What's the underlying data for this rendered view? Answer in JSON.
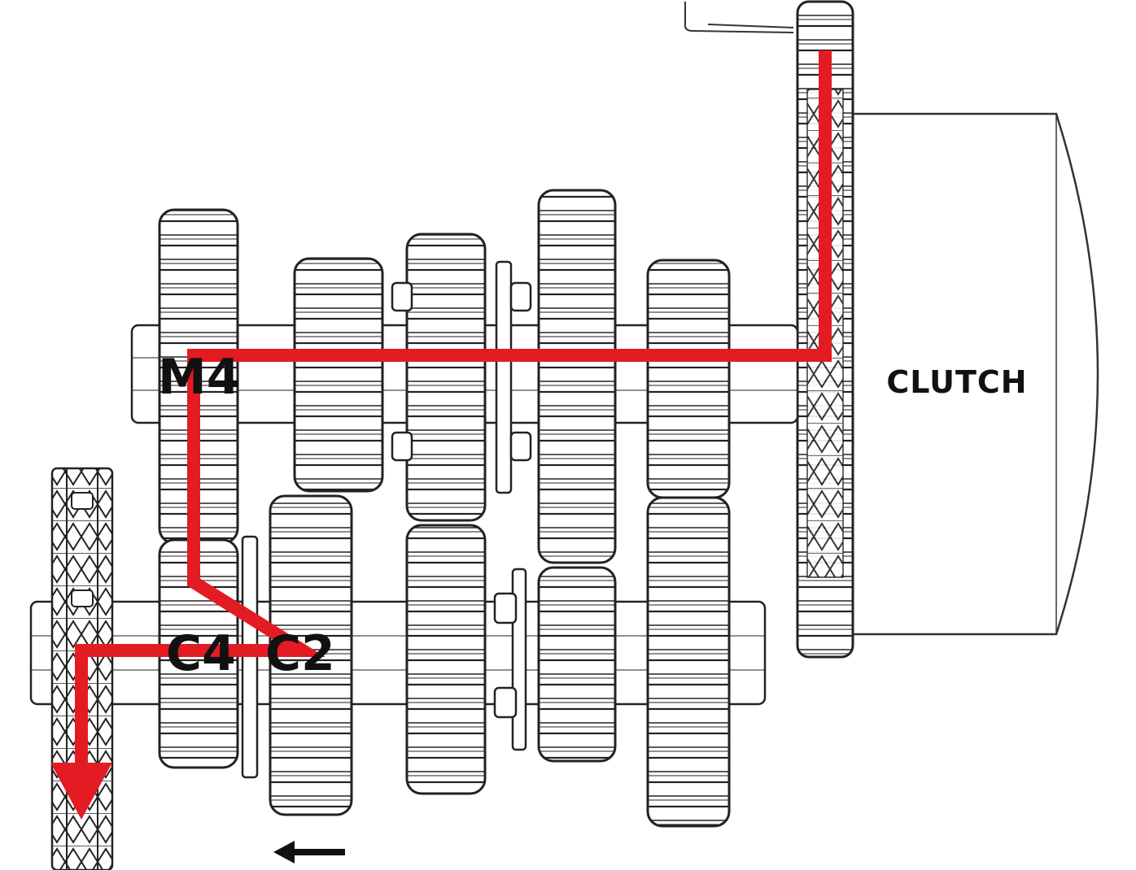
{
  "labels": {
    "clutch": "CLUTCH",
    "m4": "M4",
    "c4": "C4",
    "c2": "C2"
  },
  "colors": {
    "power_path": "#e31b23",
    "ink": "#222222",
    "background": "#ffffff"
  },
  "icons": {
    "direction_arrow": "left-arrow-icon",
    "output_arrow": "down-arrow-icon"
  }
}
